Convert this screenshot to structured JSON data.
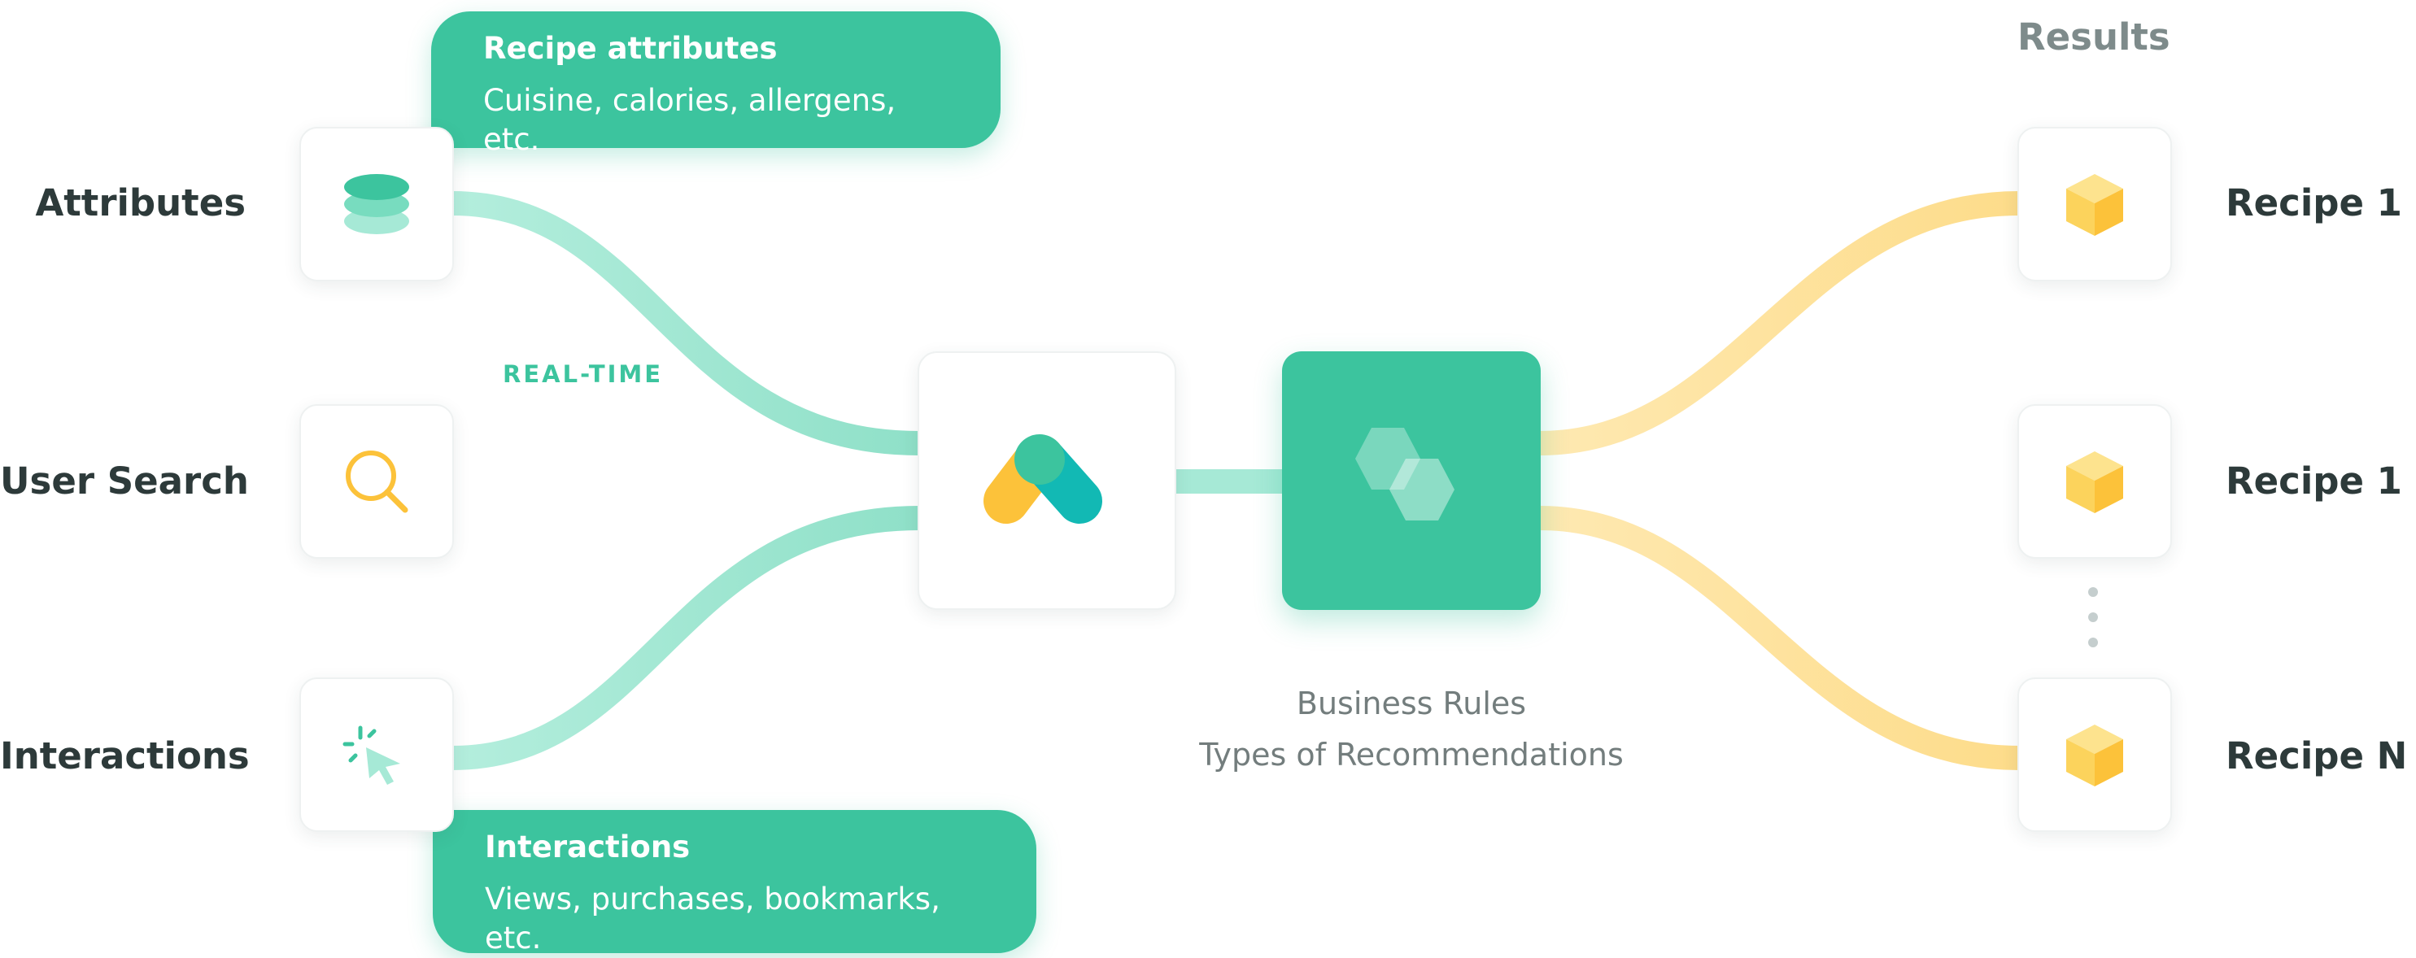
{
  "colors": {
    "green": "#3cc49e",
    "mint": "#a6e9d6",
    "yellow": "#fde4a0",
    "text": "#2d3a3a",
    "muted": "#737d7d"
  },
  "inputs": [
    {
      "label": "Attributes",
      "icon": "database-icon"
    },
    {
      "label": "User Search",
      "icon": "search-icon"
    },
    {
      "label": "Interactions",
      "icon": "cursor-click-icon"
    }
  ],
  "callouts": {
    "top": {
      "title": "Recipe attributes",
      "subtitle": "Cuisine, calories, allergens, etc."
    },
    "bottom": {
      "title": "Interactions",
      "subtitle": "Views, purchases, bookmarks, etc."
    }
  },
  "realtime_label": "REAL-TIME",
  "engine": {
    "icon": "logo-icon"
  },
  "rules": {
    "icon": "hexagons-icon",
    "caption_line1": "Business Rules",
    "caption_line2": "Types of Recommendations"
  },
  "results": {
    "title": "Results",
    "items": [
      {
        "label": "Recipe 1",
        "icon": "cube-icon"
      },
      {
        "label": "Recipe 1",
        "icon": "cube-icon"
      },
      {
        "label": "Recipe N",
        "icon": "cube-icon"
      }
    ]
  }
}
